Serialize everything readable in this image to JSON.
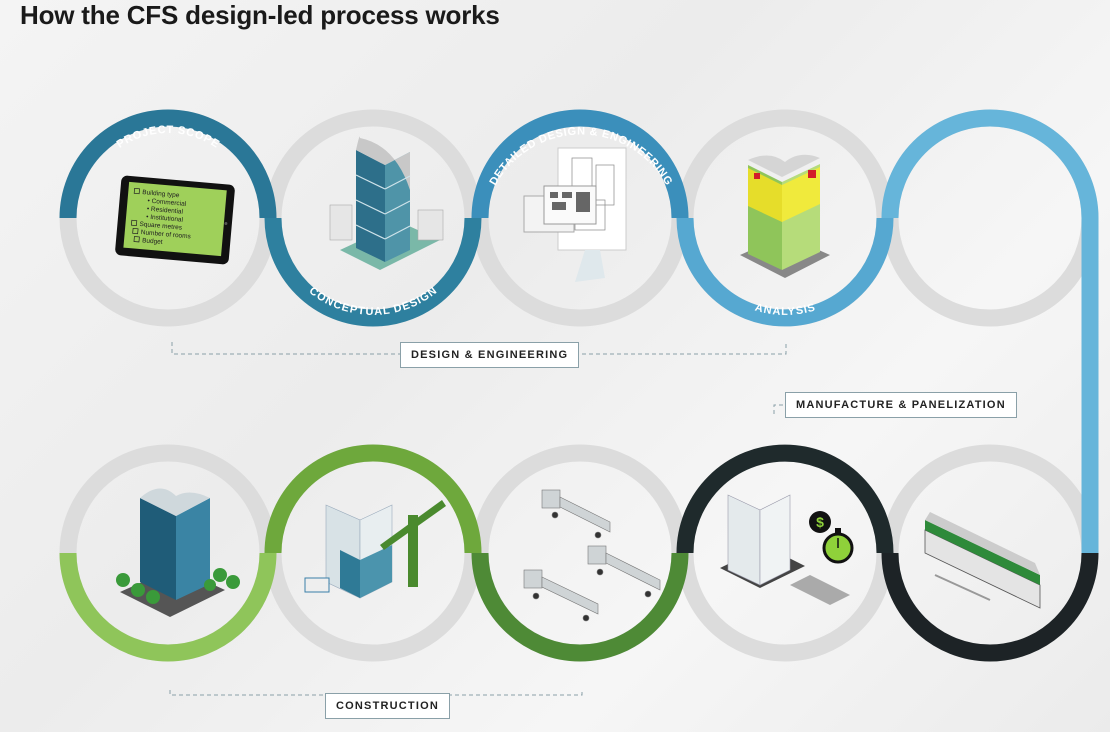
{
  "title": "How the CFS design-led process works",
  "steps": {
    "project_scope": "PROJECT SCOPE",
    "conceptual_design": "CONCEPTUAL DESIGN",
    "detailed_design": "DETAILED DESIGN & ENGINEERING",
    "analysis": "ANALYSIS"
  },
  "checklist": [
    "Building type",
    "• Commercial",
    "• Residential",
    "• Institutional",
    "Square metres",
    "Number of rooms",
    "Budget"
  ],
  "phases": {
    "design": "DESIGN & ENGINEERING",
    "manufacture": "MANUFACTURE & PANELIZATION",
    "construction": "CONSTRUCTION"
  },
  "dollar_symbol": "$",
  "colors": {
    "blue_dark": "#2a7797",
    "blue_mid": "#3b8fbb",
    "blue_light": "#66b5da",
    "black": "#1d2326",
    "green_dark": "#4e8a36",
    "green_mid": "#6ea83c",
    "green_light": "#8fc55a",
    "ring_gray": "#dcdcdc"
  }
}
